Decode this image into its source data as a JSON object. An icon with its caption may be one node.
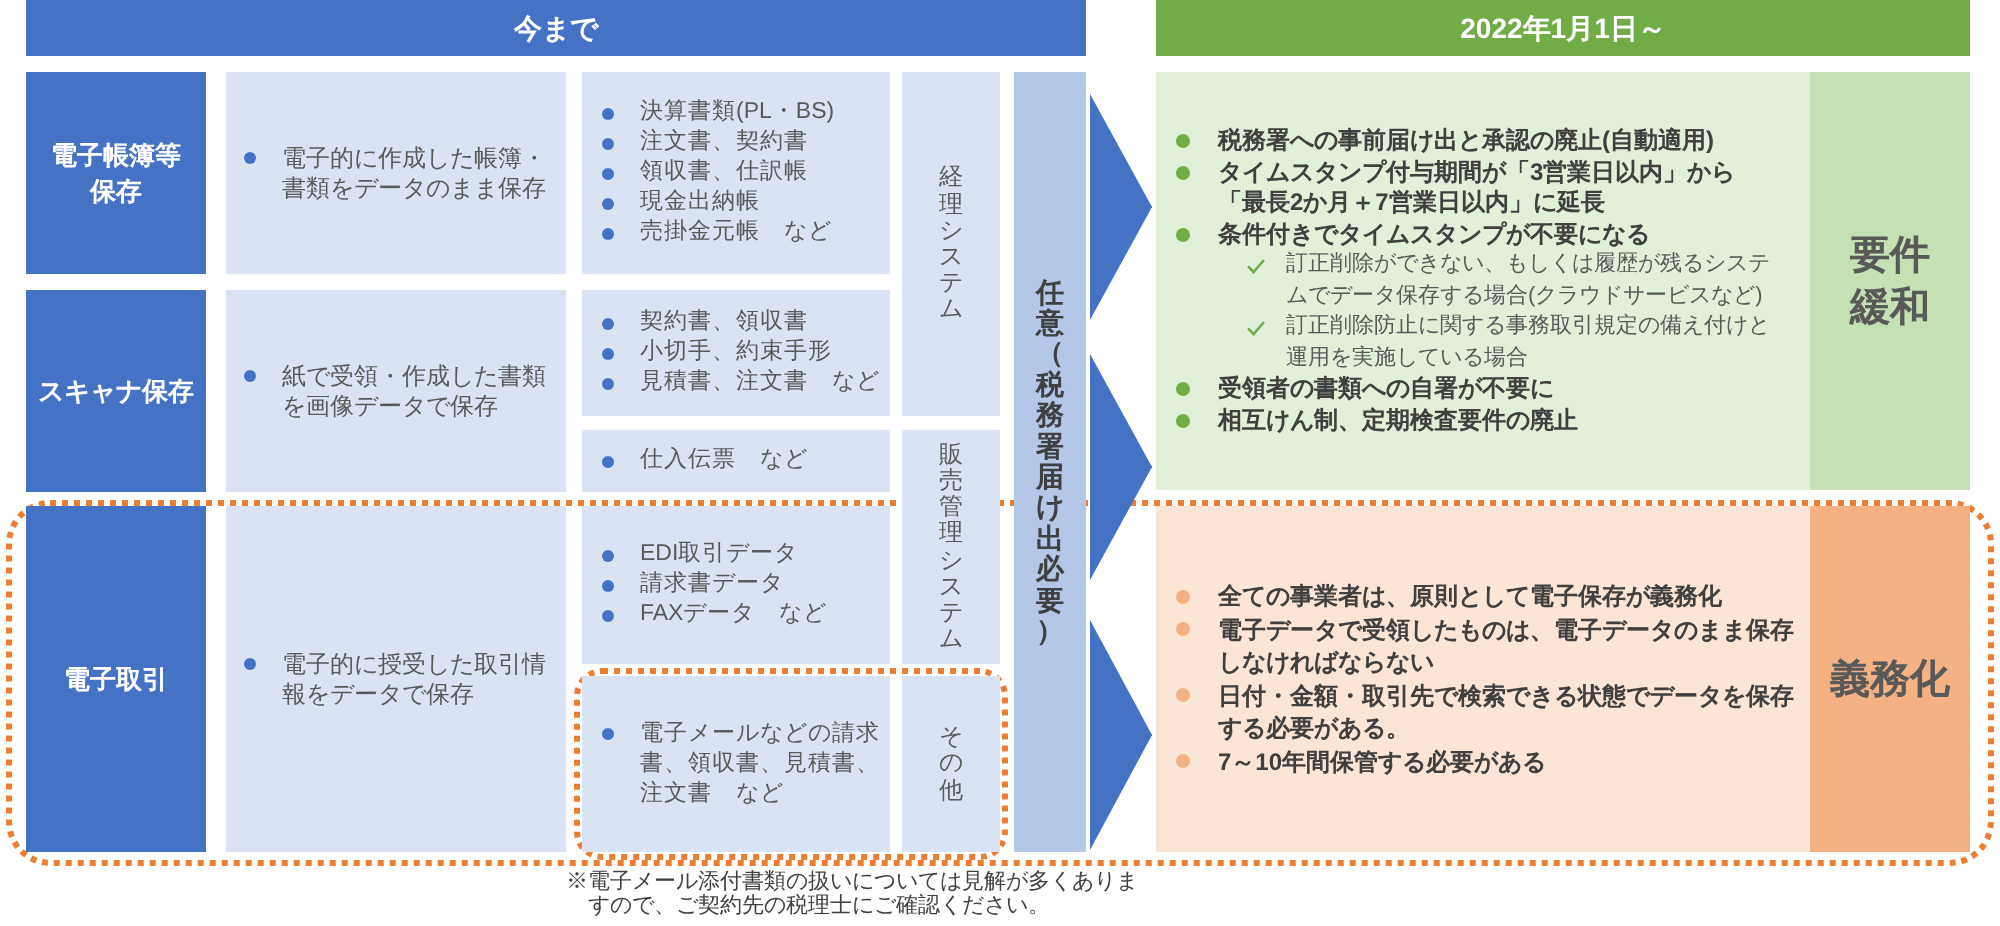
{
  "diagram": {
    "nodes": [
      {
        "text": [
          "今まで"
        ]
      },
      {
        "text": [
          "2022年1月1日～"
        ]
      },
      {
        "text": [
          "電子帳簿等保存"
        ]
      },
      {
        "text": [
          "電子的に作成した帳簿・書類をデータのまま保存"
        ]
      },
      {
        "text": [
          "決算書類(PL・BS)",
          "注文書、契約書",
          "領収書、仕訳帳",
          "現金出納帳",
          "売掛金元帳　など"
        ]
      },
      {
        "text": [
          "経理システム"
        ]
      },
      {
        "text": [
          "任意（税務署届け出必要）"
        ]
      },
      {
        "text": [
          "スキャナ保存"
        ]
      },
      {
        "text": [
          "紙で受領・作成した書類を画像データで保存"
        ]
      },
      {
        "text": [
          "契約書、領収書",
          "小切手、約束手形",
          "見積書、注文書　など"
        ]
      },
      {
        "text": [
          "仕入伝票　など"
        ]
      },
      {
        "text": [
          "販売管理システム"
        ]
      },
      {
        "text": [],
        "shape": "box"
      },
      {
        "text": [
          "電子取引"
        ],
        "in": 12
      },
      {
        "text": [
          "電子的に授受した取引情報をデータで保存"
        ],
        "in": 12
      },
      {
        "text": [
          "EDI取引データ",
          "請求書データ",
          "FAXデータ　など"
        ],
        "in": 12
      },
      {
        "text": [],
        "shape": "box",
        "in": 12
      },
      {
        "text": [
          "電子メールなどの請求書、領収書、見積書、注文書　など"
        ],
        "in": 16
      },
      {
        "text": [
          "その他"
        ],
        "in": 16
      },
      {
        "text": [
          "税務署への事前届け出と承認の廃止(自動適用)",
          "タイムスタンプ付与期間が「3営業日以内」から「最長2か月＋7営業日以内」に延長",
          "条件付きでタイムスタンプが不要になる",
          "訂正削除ができない、もしくは履歴が残るシステムでデータ保存する場合(クラウドサービスなど)",
          "訂正削除防止に関する事務取引規定の備え付けと運用を実施している場合",
          "受領者の書類への自署が不要に",
          "相互けん制、定期検査要件の廃止"
        ]
      },
      {
        "text": [
          "要件緩和"
        ]
      },
      {
        "text": [
          "全ての事業者は、原則として電子保存が義務化",
          "電子データで受領したものは、電子データのまま保存しなければならない",
          "日付・金額・取引先で検索できる状態でデータを保存する必要がある。",
          "7～10年間保管する必要がある"
        ],
        "in": 12
      },
      {
        "text": [
          "義務化"
        ],
        "in": 12
      }
    ],
    "edges": [
      {
        "from": 6,
        "to": 19,
        "arrow": "to"
      },
      {
        "from": 6,
        "to": 19,
        "arrow": "to"
      },
      {
        "from": 6,
        "to": 21,
        "arrow": "to"
      }
    ],
    "labels": [
      "※電子メール添付書類の扱いについては見解が多くありますので、ご契約先の税理士にご確認ください。"
    ]
  }
}
